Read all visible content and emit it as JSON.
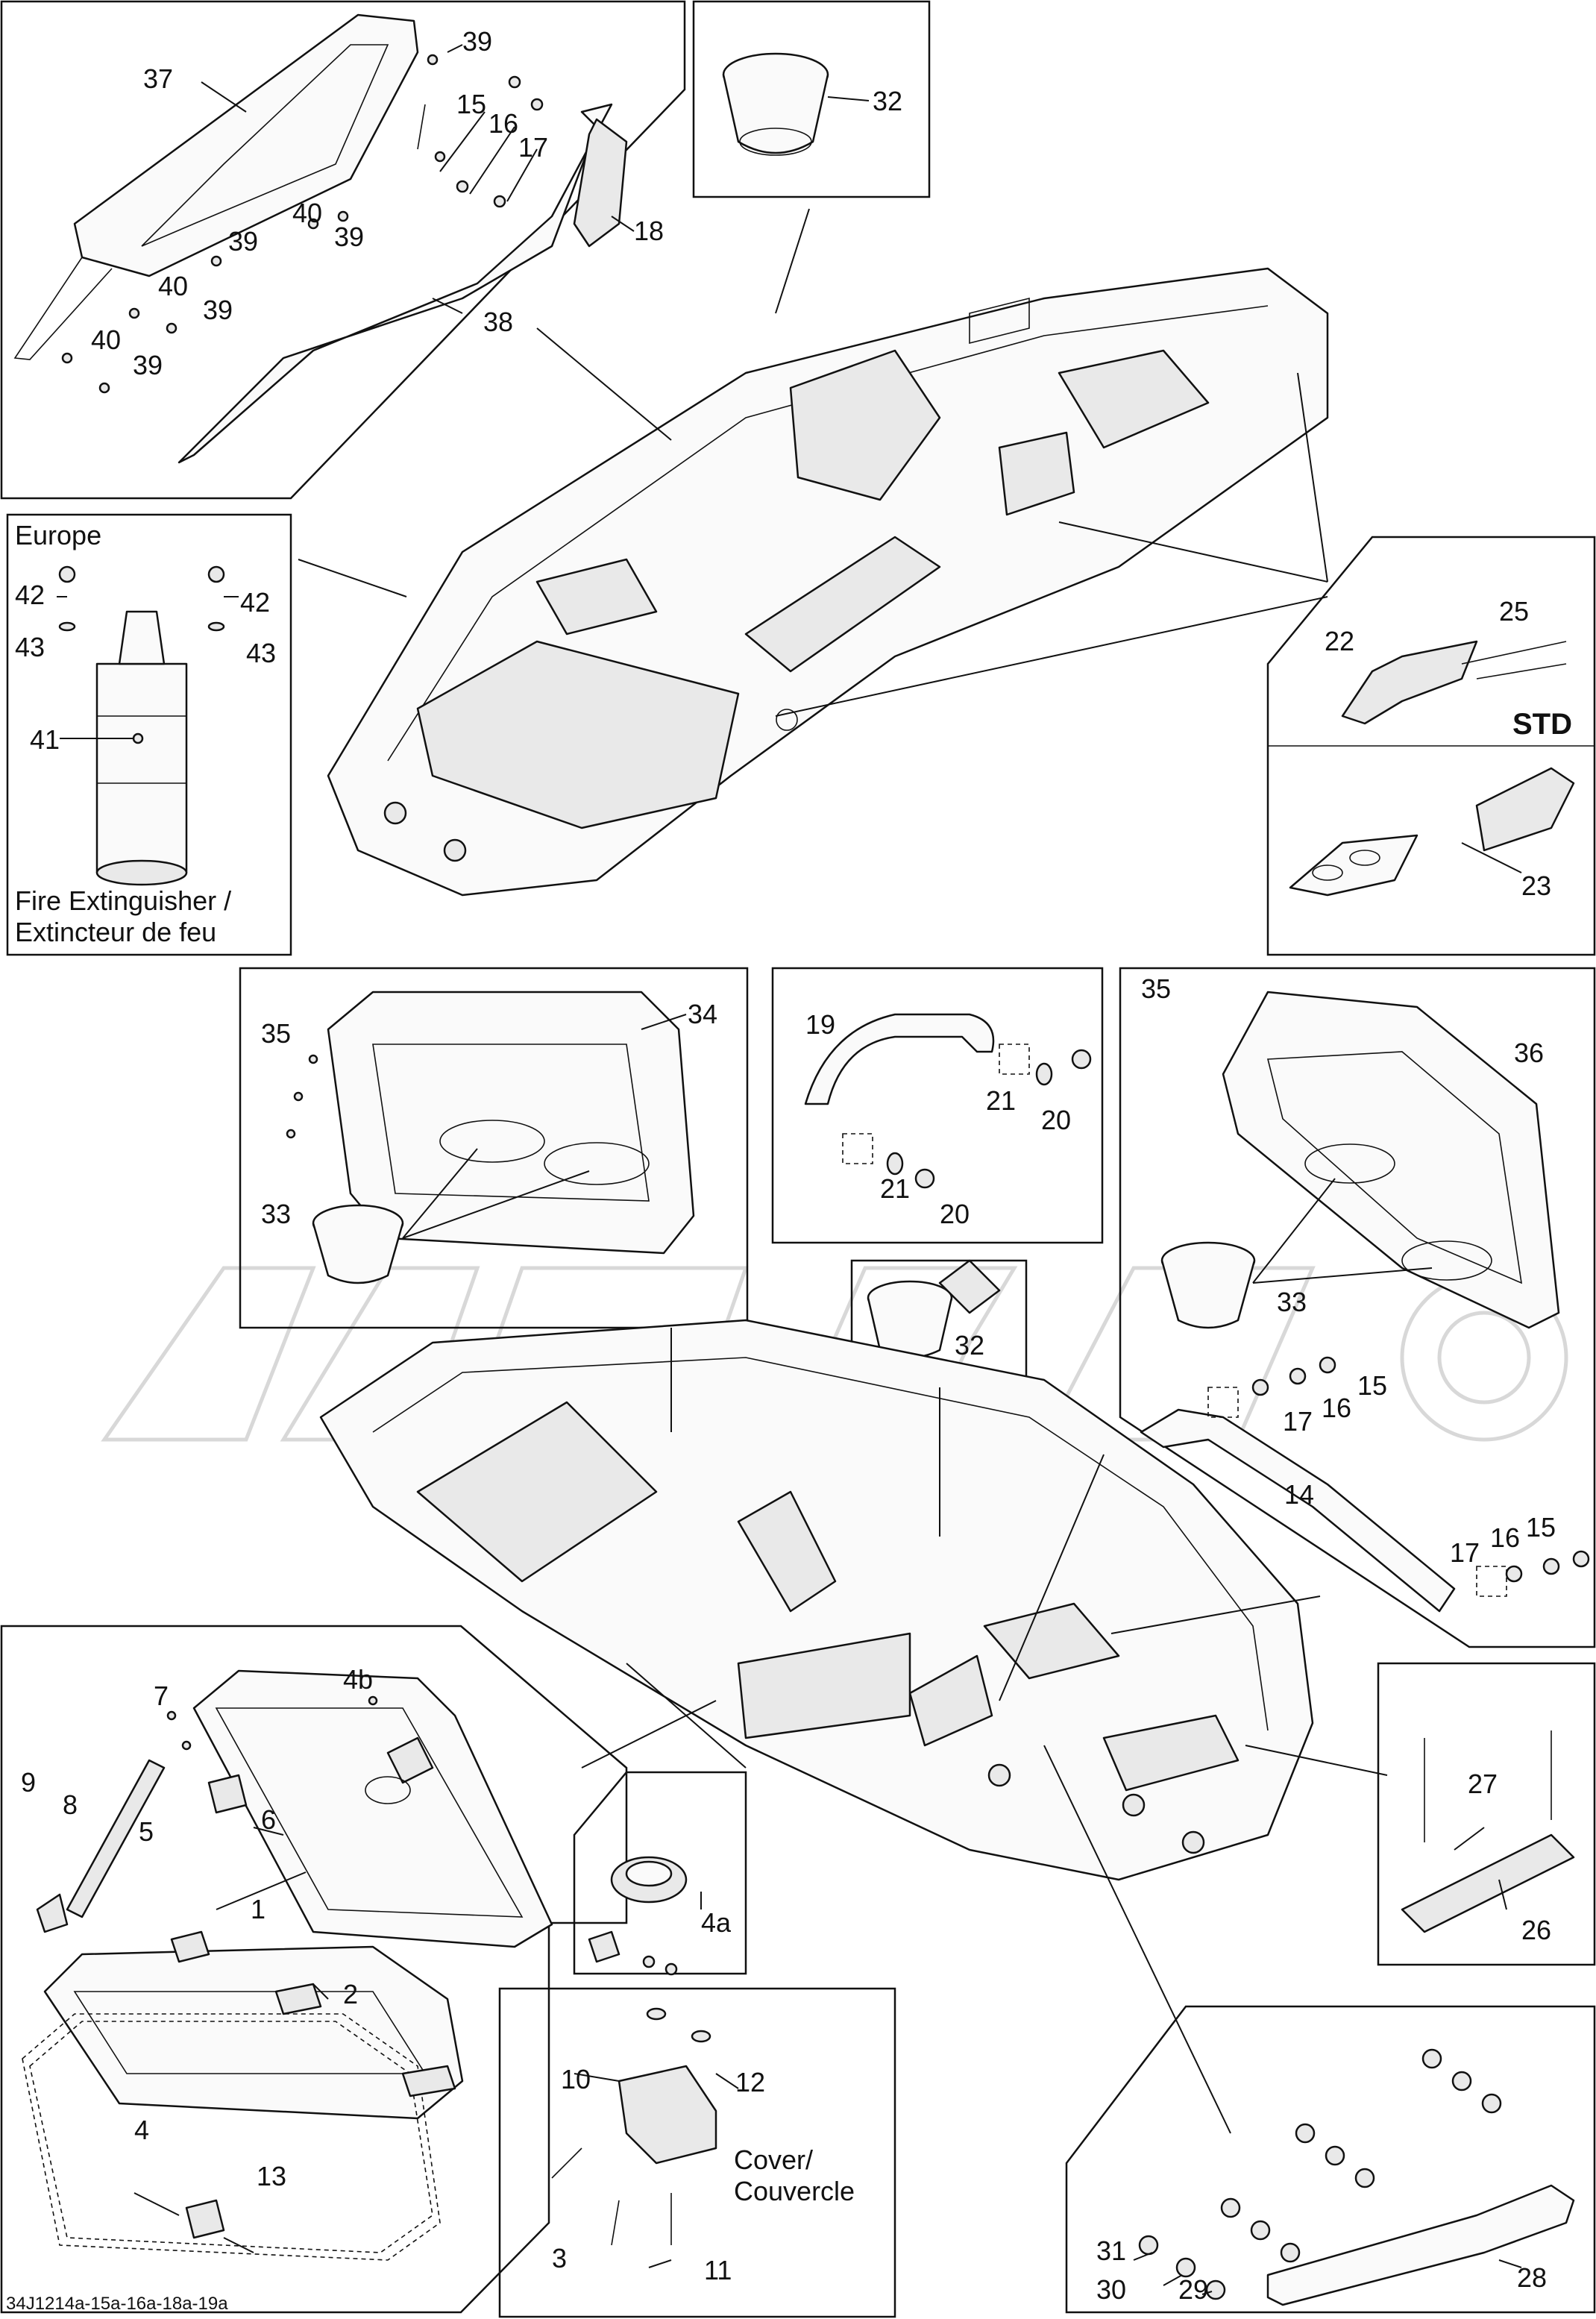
{
  "diagram": {
    "panels": {
      "europe": {
        "title": "Europe",
        "caption_line1": "Fire Extinguisher /",
        "caption_line2": "Extincteur de feu"
      },
      "std": {
        "badge": "STD"
      },
      "cover": {
        "label_line1": "Cover/",
        "label_line2": "Couvercle"
      }
    },
    "reference_code": "34J1214a-15a-16a-18a-19a",
    "callouts": {
      "c37": "37",
      "c39a": "39",
      "c15a": "15",
      "c16a": "16",
      "c17a": "17",
      "c18": "18",
      "c40a": "40",
      "c39b": "39",
      "c39c": "39",
      "c40b": "40",
      "c39d": "39",
      "c40c": "40",
      "c39e": "39",
      "c38": "38",
      "c32a": "32",
      "c42a": "42",
      "c42b": "42",
      "c43a": "43",
      "c43b": "43",
      "c41": "41",
      "c25": "25",
      "c22": "22",
      "c23": "23",
      "c35a": "35",
      "c34": "34",
      "c33a": "33",
      "c19": "19",
      "c21a": "21",
      "c20a": "20",
      "c21b": "21",
      "c20b": "20",
      "c35b": "35",
      "c36": "36",
      "c33b": "33",
      "c32b": "32",
      "c15b": "15",
      "c16b": "16",
      "c17b": "17",
      "c14": "14",
      "c17c": "17",
      "c16c": "16",
      "c15c": "15",
      "c7": "7",
      "c4b": "4b",
      "c9": "9",
      "c8": "8",
      "c6": "6",
      "c5": "5",
      "c1": "1",
      "c2": "2",
      "c4a": "4a",
      "c10": "10",
      "c12": "12",
      "c4": "4",
      "c13": "13",
      "c3": "3",
      "c11": "11",
      "c27": "27",
      "c26": "26",
      "c31": "31",
      "c30": "30",
      "c29": "29",
      "c28": "28"
    }
  }
}
